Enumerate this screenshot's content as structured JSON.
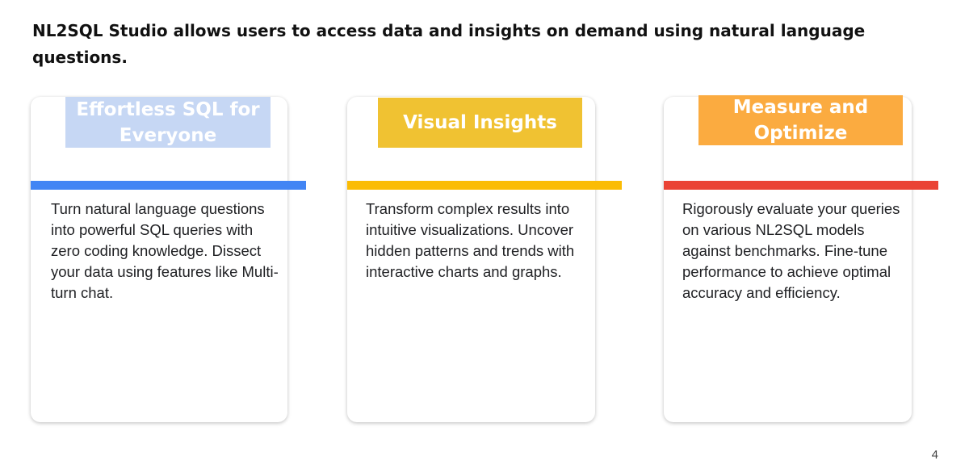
{
  "headline": "NL2SQL Studio allows users to access data and insights on demand using natural language questions.",
  "cards": [
    {
      "title": "Effortless SQL for Everyone",
      "title_color": "#c6d7f4",
      "bar_color": "#4285f4",
      "body": "Turn natural language questions into powerful SQL queries with zero coding knowledge. Dissect your data using features like Multi-turn chat."
    },
    {
      "title": "Visual Insights",
      "title_color": "#f0c232",
      "bar_color": "#fbbc04",
      "body": "Transform complex results into intuitive visualizations. Uncover hidden patterns and trends with interactive charts and graphs."
    },
    {
      "title": "Measure and Optimize",
      "title_color": "#fbab40",
      "bar_color": "#ea4335",
      "body": "Rigorously evaluate your queries on various NL2SQL models against benchmarks. Fine-tune performance to achieve optimal accuracy and efficiency."
    }
  ],
  "page_number": "4"
}
